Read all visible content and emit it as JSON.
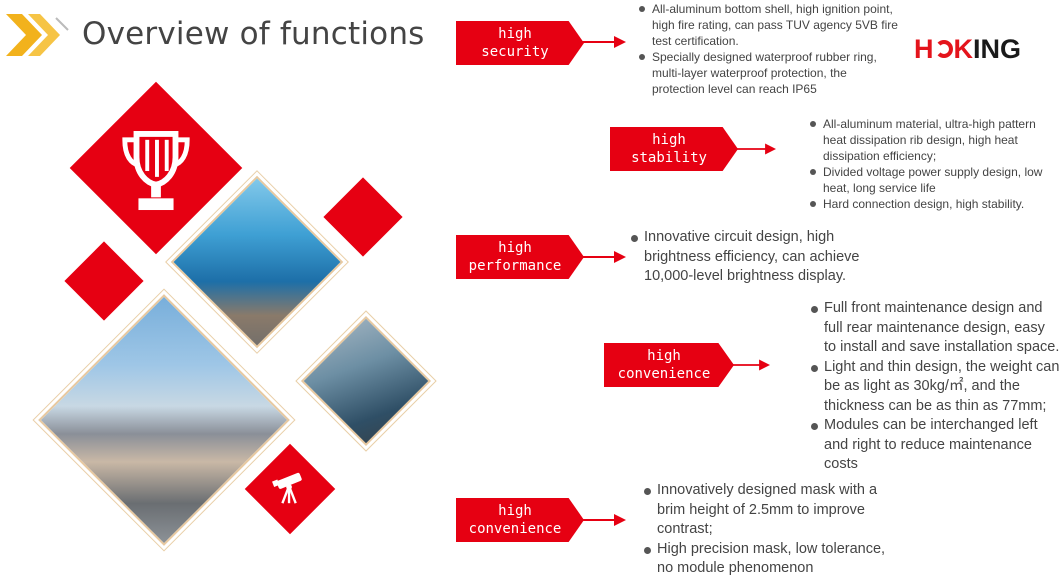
{
  "header": {
    "title": "Overview of functions",
    "logo_text": "HOKING"
  },
  "colors": {
    "accent": "#e60012",
    "chevron_orange": "#f2b21c",
    "text": "#444444"
  },
  "icons": [
    "trophy-icon",
    "telescope-icon",
    "chevron-arrows-icon"
  ],
  "features": [
    {
      "label_line1": "high",
      "label_line2": "security",
      "bullets": [
        "All-aluminum bottom shell, high ignition point, high fire rating, can pass TUV agency 5VB fire test certification.",
        "Specially designed waterproof rubber ring, multi-layer waterproof protection, the protection level can reach IP65"
      ]
    },
    {
      "label_line1": "high",
      "label_line2": "stability",
      "bullets": [
        "All-aluminum material, ultra-high pattern heat dissipation rib design, high heat dissipation efficiency;",
        "Divided voltage power supply design, low heat, long service life",
        "Hard connection design, high stability."
      ]
    },
    {
      "label_line1": "high",
      "label_line2": "performance",
      "bullets": [
        "Innovative circuit design, high brightness efficiency, can achieve 10,000-level brightness display."
      ]
    },
    {
      "label_line1": "high",
      "label_line2": "convenience",
      "bullets": [
        "Full front maintenance design and full rear maintenance design, easy to install and save installation space.",
        "Light and thin design, the weight can be as light as 30kg/㎡, and the thickness can be as thin as 77mm;",
        "Modules can be interchanged left and right to reduce maintenance costs"
      ]
    },
    {
      "label_line1": "high",
      "label_line2": "convenience",
      "bullets": [
        "Innovatively designed mask with a brim height of 2.5mm to improve contrast;",
        "High precision mask, low tolerance, no module phenomenon"
      ]
    }
  ]
}
